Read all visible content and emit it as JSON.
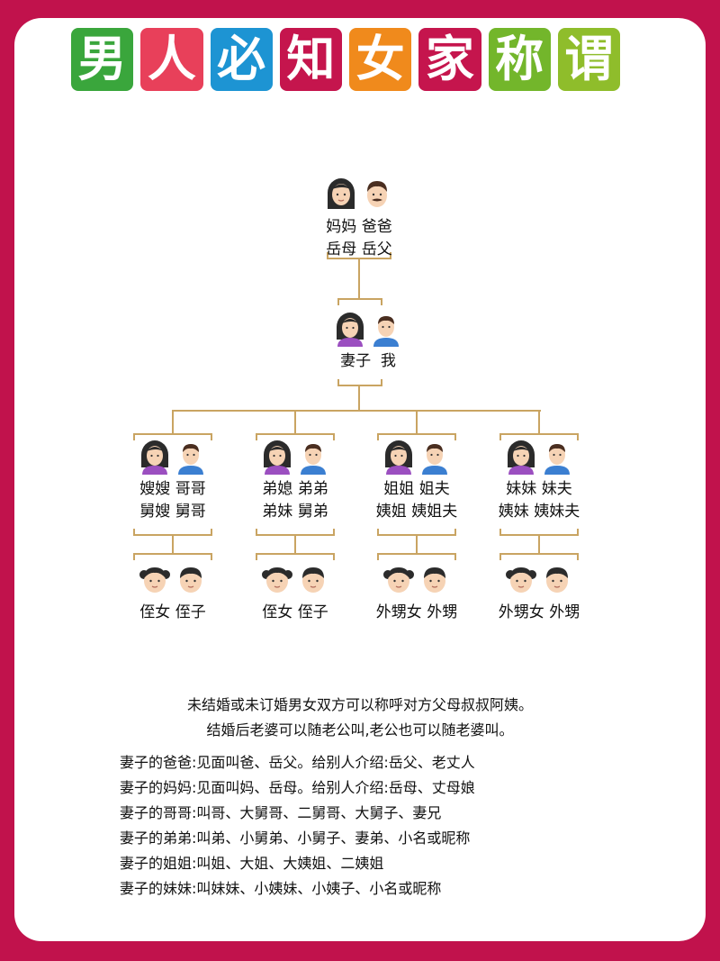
{
  "title": {
    "chars": [
      {
        "ch": "男",
        "color": "#3aa63c"
      },
      {
        "ch": "人",
        "color": "#e8405a"
      },
      {
        "ch": "必",
        "color": "#1d94d3"
      },
      {
        "ch": "知",
        "color": "#c5154d"
      },
      {
        "ch": "女",
        "color": "#f08a1c"
      },
      {
        "ch": "家",
        "color": "#c5154d"
      },
      {
        "ch": "称",
        "color": "#73b62b"
      },
      {
        "ch": "谓",
        "color": "#8fbd2b"
      }
    ]
  },
  "tree": {
    "parents": {
      "line1": "妈妈 爸爸",
      "line2": "岳母 岳父"
    },
    "couple": {
      "line1": "妻子  我"
    },
    "siblings": [
      {
        "line1": "嫂嫂 哥哥",
        "line2": "舅嫂 舅哥",
        "children": "侄女 侄子"
      },
      {
        "line1": "弟媳 弟弟",
        "line2": "弟妹 舅弟",
        "children": "侄女 侄子"
      },
      {
        "line1": "姐姐 姐夫",
        "line2": "姨姐 姨姐夫",
        "children": "外甥女 外甥"
      },
      {
        "line1": "妹妹 妹夫",
        "line2": "姨妹 姨妹夫",
        "children": "外甥女 外甥"
      }
    ]
  },
  "notes": {
    "line1": "未结婚或未订婚男女双方可以称呼对方父母叔叔阿姨。",
    "line2": "结婚后老婆可以随老公叫,老公也可以随老婆叫。"
  },
  "definitions": [
    "妻子的爸爸:见面叫爸、岳父。给别人介绍:岳父、老丈人",
    "妻子的妈妈:见面叫妈、岳母。给别人介绍:岳母、丈母娘",
    "妻子的哥哥:叫哥、大舅哥、二舅哥、大舅子、妻兄",
    "妻子的弟弟:叫弟、小舅弟、小舅子、妻弟、小名或昵称",
    "妻子的姐姐:叫姐、大姐、大姨姐、二姨姐",
    "妻子的妹妹:叫妹妹、小姨妹、小姨子、小名或昵称"
  ],
  "colors": {
    "frame": "#c1124c",
    "line": "#c9a462"
  }
}
